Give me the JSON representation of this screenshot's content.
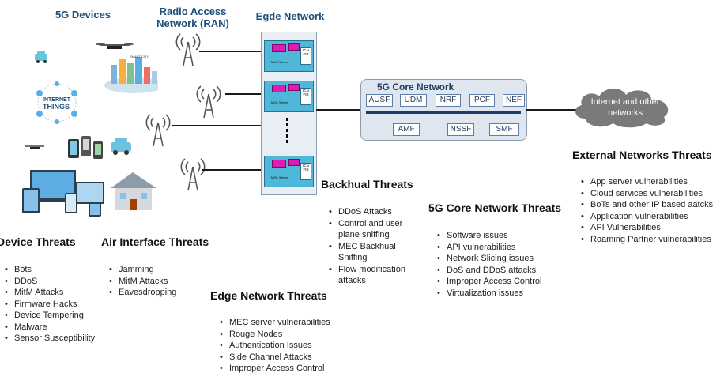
{
  "headers": {
    "devices": "5G Devices",
    "ran": "Radio Access Network (RAN)",
    "edge": "Egde Network",
    "core": "5G Core Network",
    "internet": "Internet and other networks"
  },
  "mec": {
    "server_label": "MEC Server",
    "icn_label": "ICN FIB"
  },
  "core_functions": {
    "top": [
      "AUSF",
      "UDM",
      "NRF",
      "PCF",
      "NEF"
    ],
    "bottom": [
      "AMF",
      "NSSF",
      "SMF"
    ]
  },
  "device_images": {
    "internet_things": "INTERNET THINGS",
    "smart_city": "SMART CITY"
  },
  "threats": {
    "device": {
      "title": "Device Threats",
      "items": [
        "Bots",
        "DDoS",
        "MitM Attacks",
        "Firmware Hacks",
        "Device Tempering",
        "Malware",
        "Sensor Susceptibility"
      ]
    },
    "air": {
      "title": "Air Interface Threats",
      "items": [
        "Jamming",
        "MitM Attacks",
        "Eavesdropping"
      ]
    },
    "edge": {
      "title": "Edge Network Threats",
      "items": [
        "MEC server vulnerabilities",
        "Rouge Nodes",
        "Authentication Issues",
        "Side Channel Attacks",
        "Improper Access Control"
      ]
    },
    "backhaul": {
      "title": "Backhual Threats",
      "items": [
        "DDoS Attacks",
        "Control and user plane sniffing",
        "MEC Backhual Sniffing",
        "Flow modification attacks"
      ]
    },
    "core": {
      "title": "5G Core Network Threats",
      "items": [
        "Software issues",
        "API vulnerabilities",
        "Network Slicing issues",
        "DoS and DDoS attacks",
        "Improper Access Control",
        "Virtualization issues"
      ]
    },
    "external": {
      "title": "External Networks Threats",
      "items": [
        "App server vulnerabilities",
        "Cloud services vulnerabilities",
        "BoTs and other IP based aatcks",
        "Application vulnerabilities",
        "API Vulnerabilities",
        "Roaming Partner vulnerabilities"
      ]
    }
  },
  "colors": {
    "header_blue": "#1f4e79",
    "mec_blue": "#4fb8d8",
    "mec_pink": "#e11ab5",
    "core_bg": "#dfe6ef",
    "cloud": "#7a7a7a"
  }
}
